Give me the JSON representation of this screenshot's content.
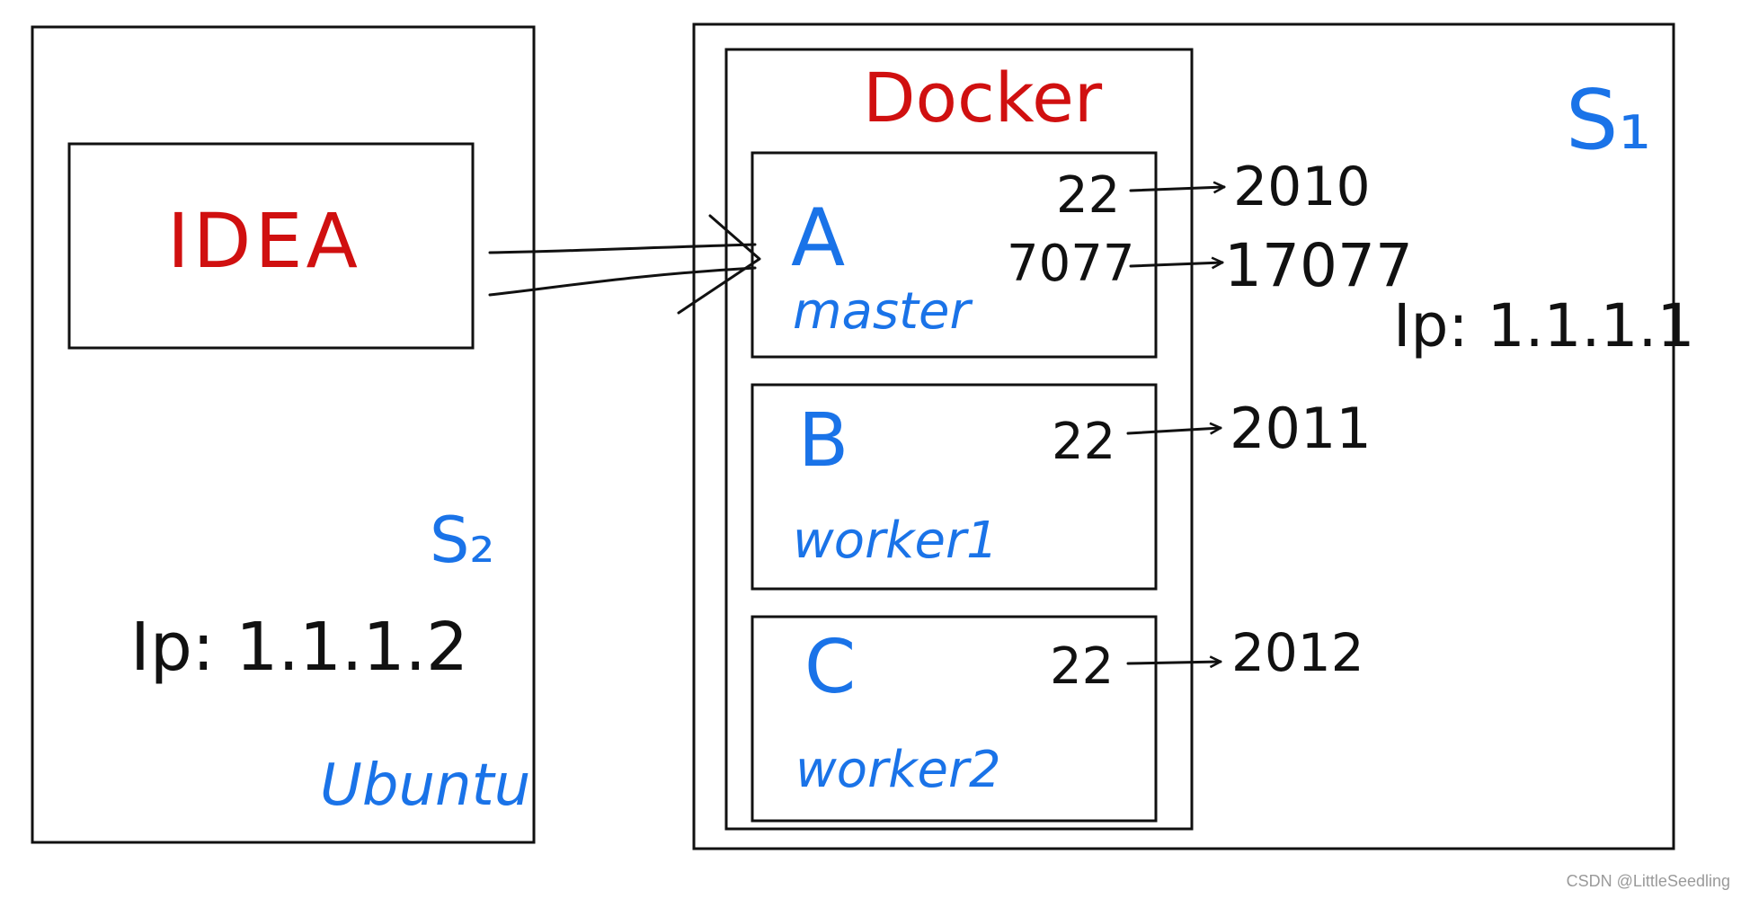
{
  "server_s2": {
    "label": "S₂",
    "ip": "Ip: 1.1.1.2",
    "os": "Ubuntu"
  },
  "idea": {
    "label": "IDEA"
  },
  "server_s1": {
    "label": "S₁",
    "ip": "Ip: 1.1.1.1"
  },
  "docker": {
    "label": "Docker",
    "containers": [
      {
        "id": "A",
        "name": "master",
        "ports": [
          {
            "from": "22",
            "to": "2010"
          },
          {
            "from": "7077",
            "to": "17077"
          }
        ]
      },
      {
        "id": "B",
        "name": "worker1",
        "ports": [
          {
            "from": "22",
            "to": "2011"
          }
        ]
      },
      {
        "id": "C",
        "name": "worker2",
        "ports": [
          {
            "from": "22",
            "to": "2012"
          }
        ]
      }
    ]
  },
  "watermark": "CSDN @LittleSeedling",
  "colors": {
    "blue": "#1a73e8",
    "red": "#d01010",
    "ink": "#111111"
  }
}
